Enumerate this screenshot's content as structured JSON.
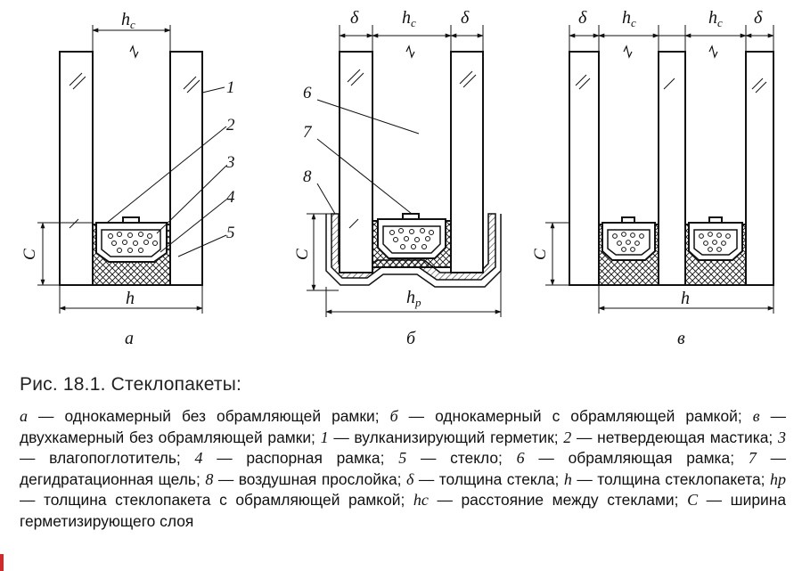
{
  "figure": {
    "sub_labels": {
      "a": "а",
      "b": "б",
      "v": "в"
    },
    "dims": {
      "hc": "h",
      "hc_sub": "с",
      "delta": "δ",
      "C": "C",
      "h": "h",
      "hp": "h",
      "hp_sub": "р"
    },
    "callouts": [
      "1",
      "2",
      "3",
      "4",
      "5",
      "6",
      "7",
      "8"
    ]
  },
  "caption": {
    "title": "Рис. 18.1. Стеклопакеты:",
    "legend": [
      {
        "k": "а",
        "t": " — однокамерный без обрамляющей рамки; "
      },
      {
        "k": "б",
        "t": " — однокамерный с обрамляющей рамкой; "
      },
      {
        "k": "в",
        "t": " — двухкамерный без обрамляющей рамки; "
      },
      {
        "k": "1",
        "t": " — вулканизирующий герметик; "
      },
      {
        "k": "2",
        "t": " — нетвердеющая мастика; "
      },
      {
        "k": "3",
        "t": " — влагопоглотитель; "
      },
      {
        "k": "4",
        "t": " — распорная рамка; "
      },
      {
        "k": "5",
        "t": " — стекло; "
      },
      {
        "k": "6",
        "t": " — обрамляющая рамка; "
      },
      {
        "k": "7",
        "t": " — дегидратационная щель; "
      },
      {
        "k": "8",
        "t": " — воздушная прослойка; "
      },
      {
        "k": "δ",
        "t": " — толщина стекла; "
      },
      {
        "k": "h",
        "t": " — толщина стеклопакета; "
      },
      {
        "k": "hр",
        "t": " — толщина стеклопакета с обрамляющей рамкой; "
      },
      {
        "k": "hс",
        "t": " — расстояние между стеклами; "
      },
      {
        "k": "C",
        "t": " — ширина герметизирующего слоя"
      }
    ]
  }
}
